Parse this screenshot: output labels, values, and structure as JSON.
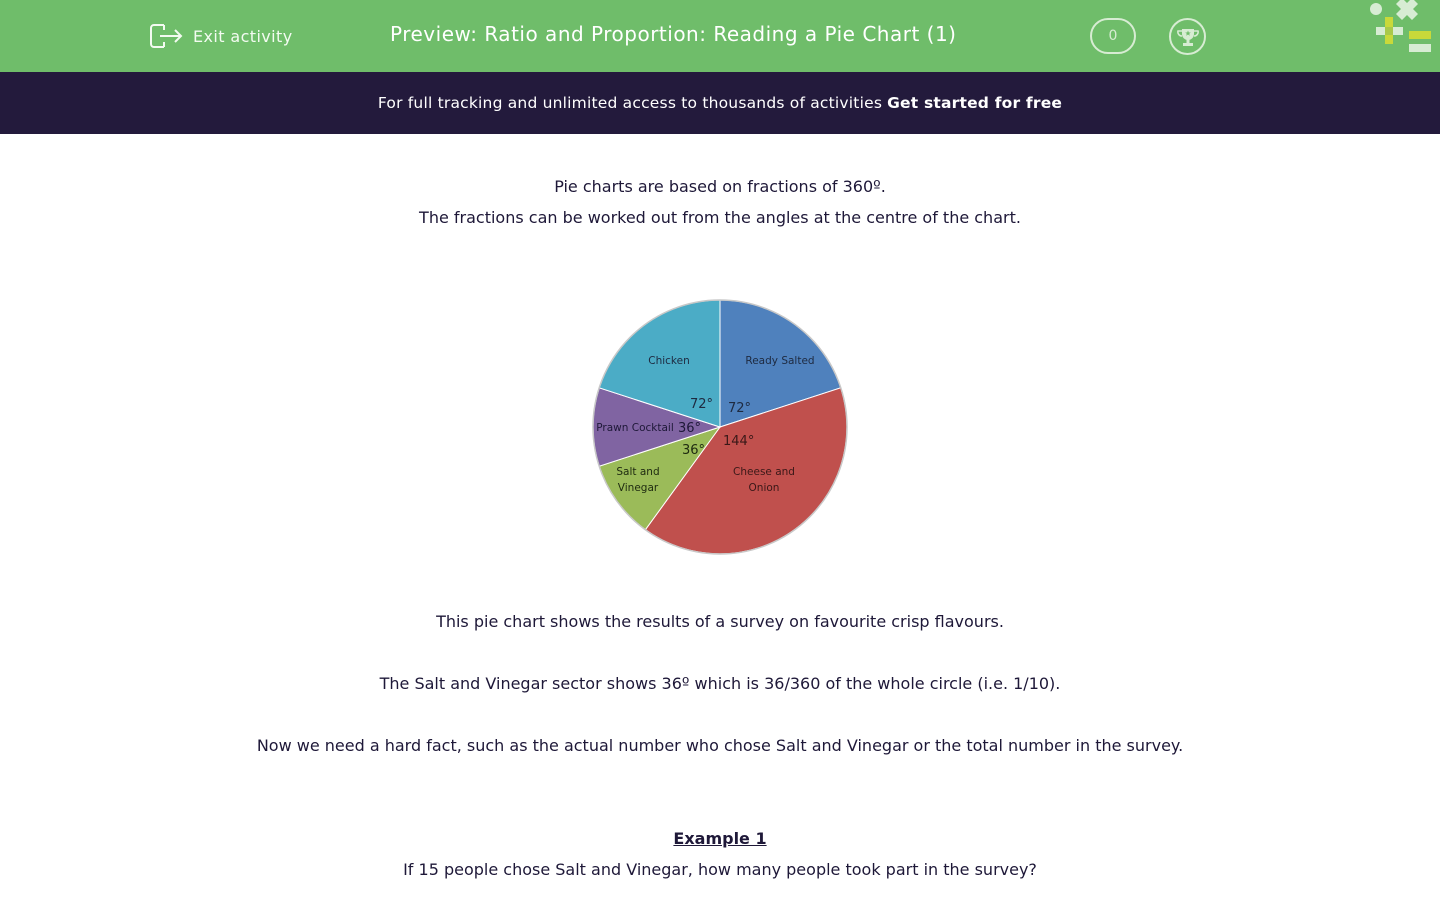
{
  "header": {
    "exit_label": "Exit activity",
    "title": "Preview: Ratio and Proportion: Reading a Pie Chart (1)",
    "score": "0",
    "bg_color": "#6fbd6a"
  },
  "banner": {
    "text": "For full tracking and unlimited access to thousands of activities",
    "cta": "Get started for free",
    "bg_color": "#231a3c"
  },
  "content": {
    "intro_line1": "Pie charts are based on fractions of 360º.",
    "intro_line2": "The fractions can be worked out from the angles at the centre of the chart.",
    "survey_text": "This pie chart shows the results of a survey on favourite crisp flavours.",
    "salt_vinegar_text": "The Salt and Vinegar sector shows 36º which is 36/360 of the whole circle (i.e. 1/10).",
    "hard_fact_text": "Now we need a hard fact, such as the actual number who chose Salt and Vinegar or the total number in the survey.",
    "example_heading": "Example 1",
    "example_question": "If 15 people chose Salt and Vinegar, how many people took part in the survey?"
  },
  "chart_data": {
    "type": "pie",
    "title": "",
    "categories": [
      "Ready Salted",
      "Cheese and Onion",
      "Salt and Vinegar",
      "Prawn Cocktail",
      "Chicken"
    ],
    "values": [
      72,
      144,
      36,
      36,
      72
    ],
    "angle_labels": [
      "72°",
      "144°",
      "36°",
      "36°",
      "72°"
    ],
    "colors": [
      "#4f81bd",
      "#c0504d",
      "#9bbb59",
      "#8064a2",
      "#4bacc6"
    ],
    "units": "degrees"
  }
}
